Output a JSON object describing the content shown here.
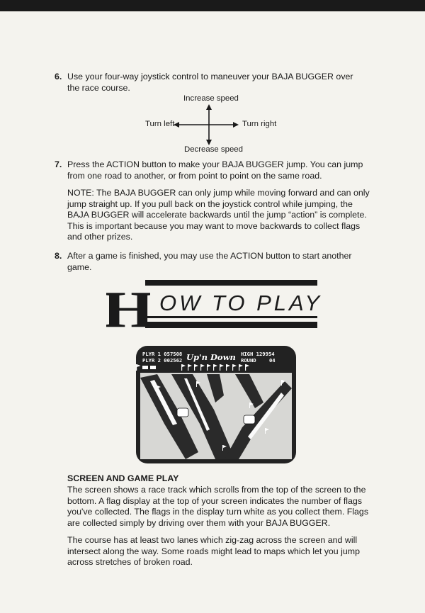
{
  "items": [
    {
      "num": "6.",
      "text": "Use your four-way joystick control to maneuver your BAJA BUGGER over the race course."
    },
    {
      "num": "7.",
      "text": "Press the ACTION button to make your BAJA BUGGER jump. You can jump from one road to another, or from point to point on the same road."
    },
    {
      "num": "8.",
      "text": "After a game is finished, you may use the ACTION button to start another game."
    }
  ],
  "note": "NOTE: The BAJA BUGGER can only jump while moving forward and can only jump straight up. If you pull back on the joystick control while jumping, the BAJA BUGGER will accelerate backwards until the jump “action” is complete. This is important because you may want to move backwards to collect flags and other prizes.",
  "diagram": {
    "up": "Increase speed",
    "down": "Decrease speed",
    "left": "Turn left",
    "right": "Turn right"
  },
  "how_to_play": {
    "initial": "H",
    "rest": "OW TO PLAY"
  },
  "game_screen": {
    "p1_label": "PLYR 1",
    "p1_score": "057508",
    "p2_label": "PLYR 2",
    "p2_score": "002562",
    "logo": "Up'n Down",
    "high_label": "HIGH",
    "high_score": "129954",
    "round_label": "ROUND",
    "round_value": "04"
  },
  "section": {
    "heading": "SCREEN AND GAME PLAY",
    "p1": "The screen shows a race track which scrolls from the top of the screen to the bottom. A flag display at the top of your screen indicates the number of flags you've collected. The flags in the display turn white as you collect them. Flags are collected simply by driving over them with your BAJA BUGGER.",
    "p2": "The course has at least two lanes which zig-zag across the screen and will intersect along the way. Some roads might lead to maps which let you jump across stretches of broken road."
  }
}
